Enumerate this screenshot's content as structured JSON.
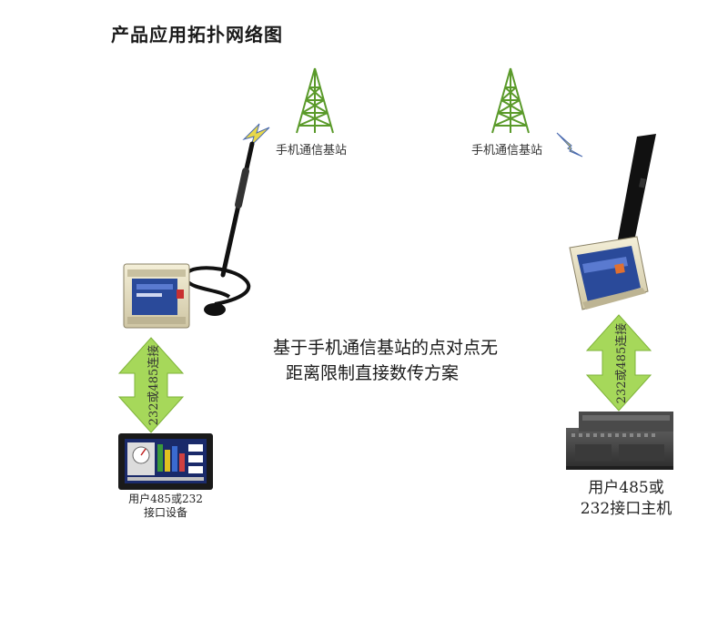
{
  "title": "产品应用拓扑网络图",
  "towers": {
    "left_label": "手机通信基站",
    "right_label": "手机通信基站"
  },
  "center_text": {
    "line1": "基于手机通信基站的点对点无",
    "line2": "距离限制直接数传方案"
  },
  "left": {
    "arrow_label": "232或485连接",
    "device_caption_line1": "用户485或232",
    "device_caption_line2": "接口设备"
  },
  "right": {
    "arrow_label": "232或485连接",
    "device_caption_line1": "用户485或",
    "device_caption_line2": "232接口主机"
  },
  "colors": {
    "arrow_green": "#a6d85a",
    "tower_green": "#5a9a2a",
    "lightning": "#e8d84a",
    "modem_body": "#e8e2c8",
    "panel_blue": "#1a2a6a"
  }
}
